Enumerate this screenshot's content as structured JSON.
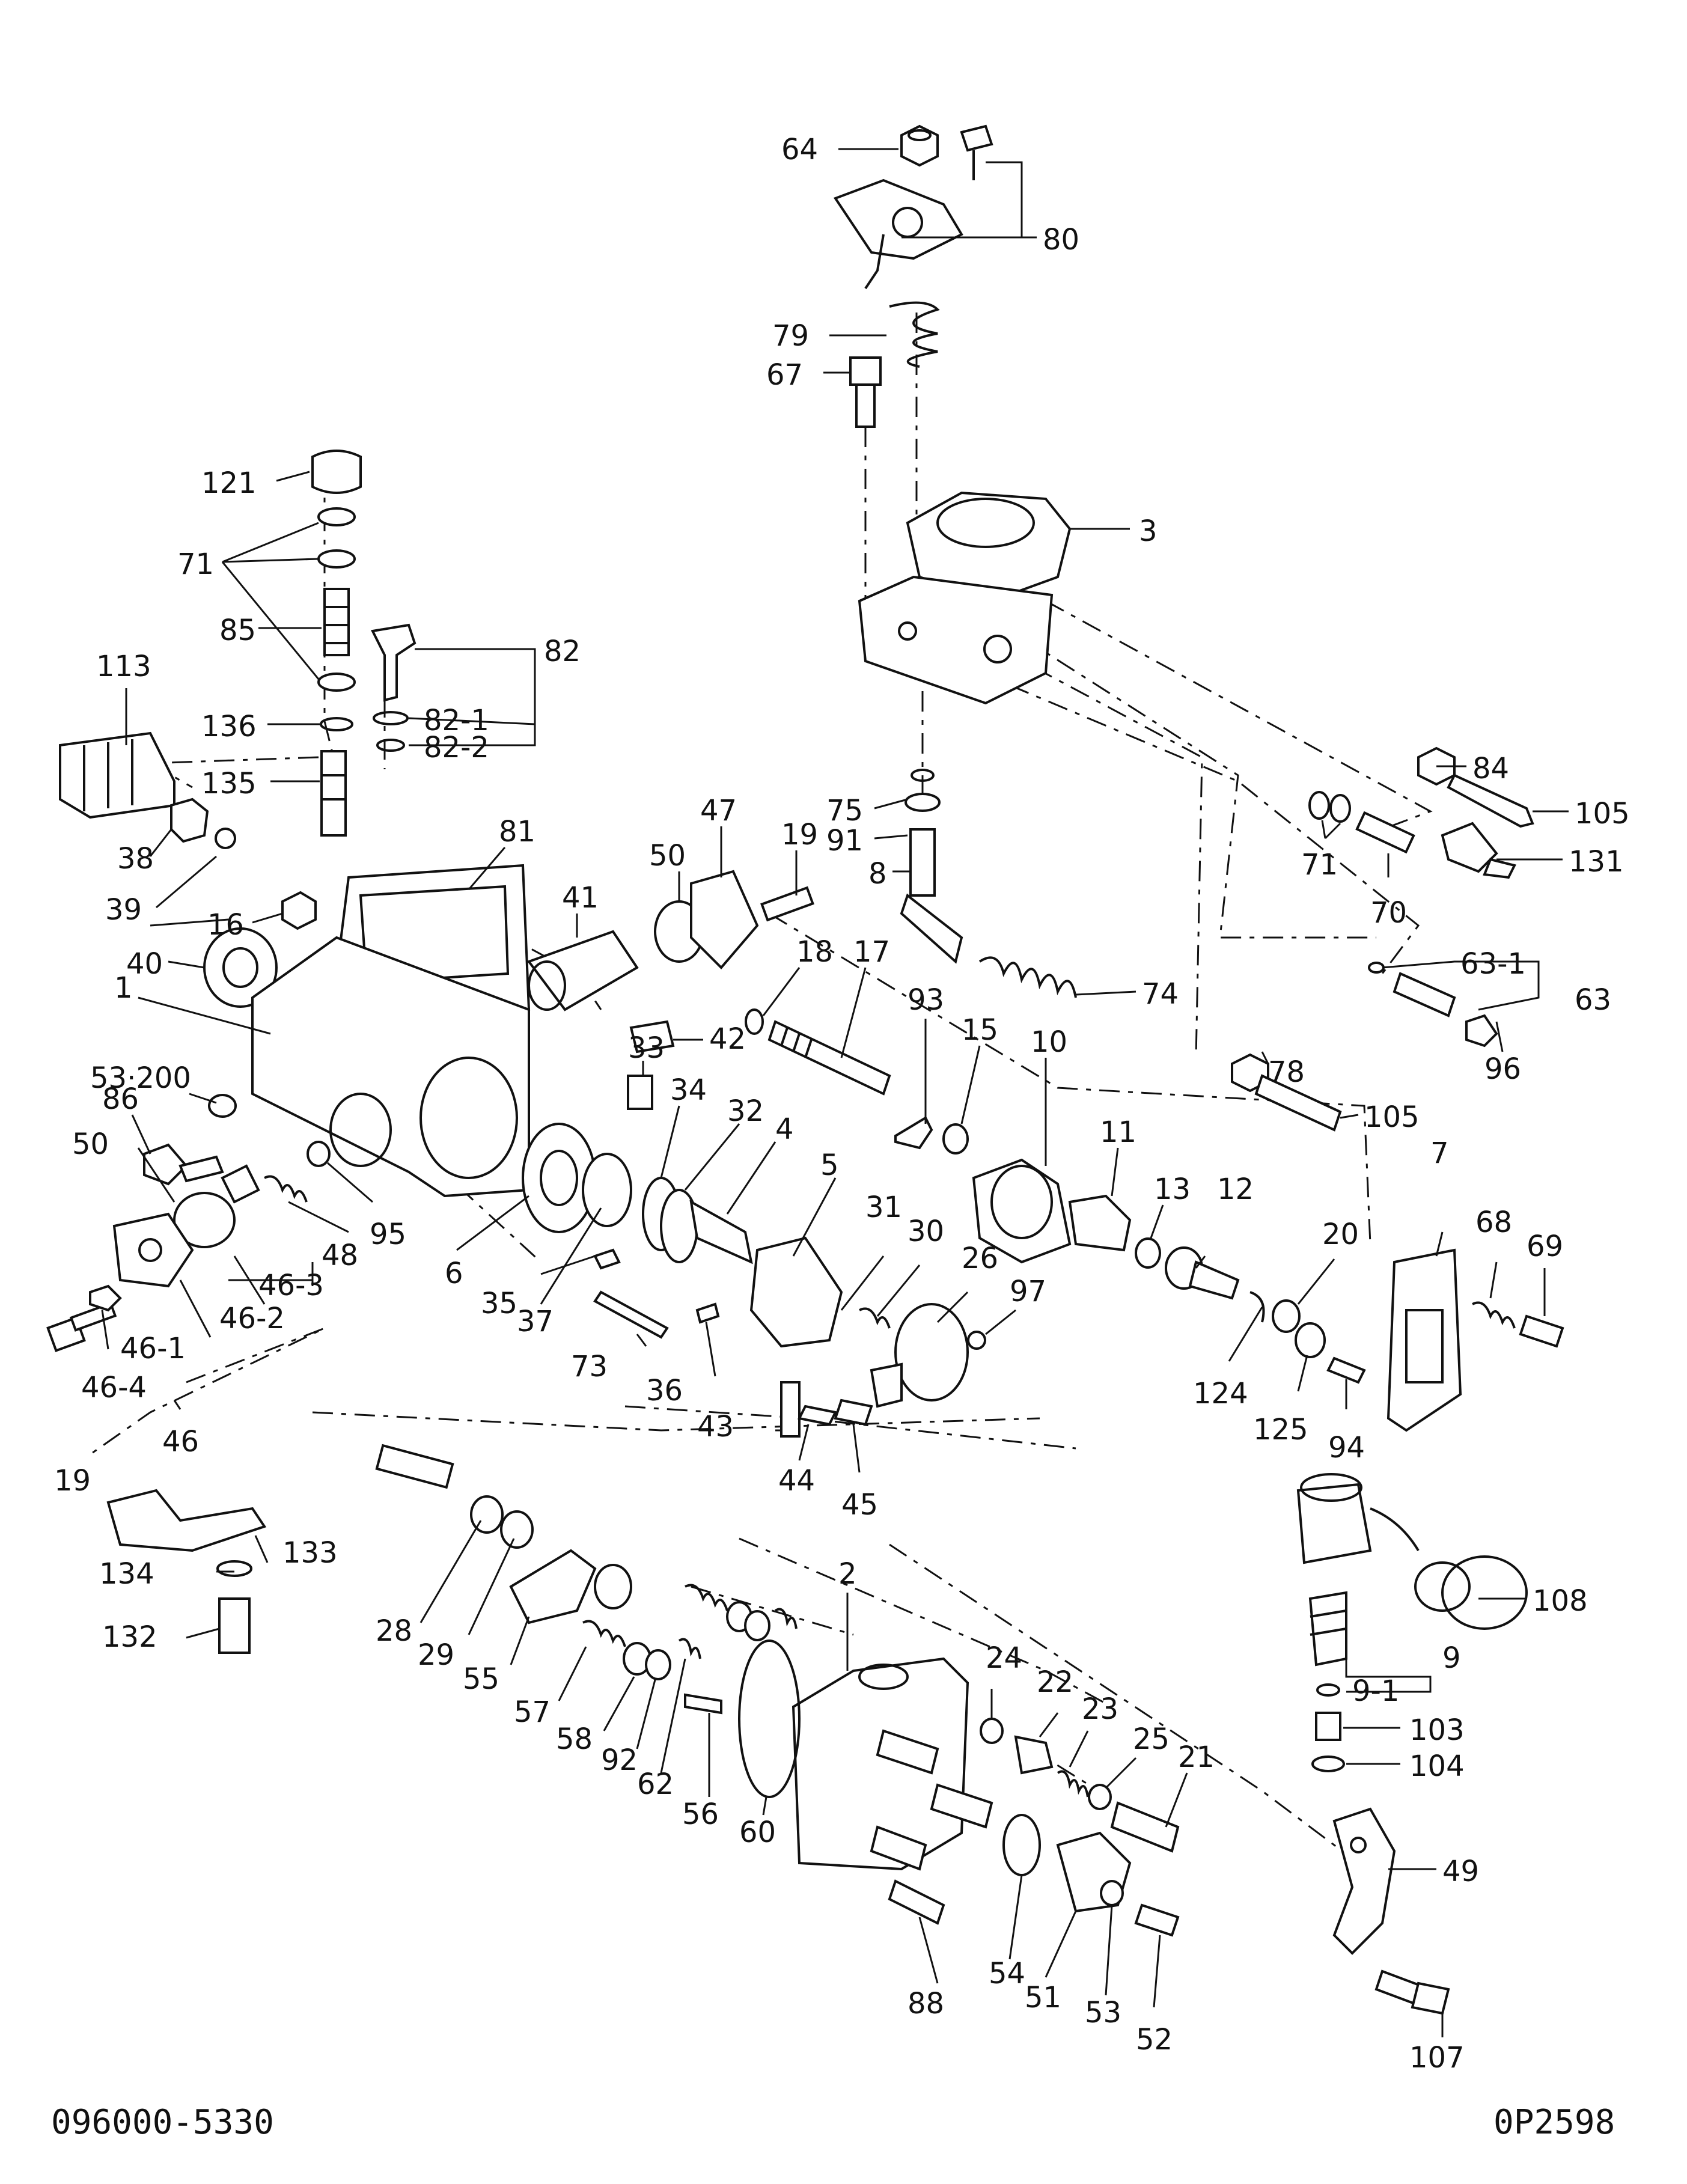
{
  "footer": {
    "left": "096000-5330",
    "right": "0P2598"
  },
  "labels": {
    "l64": "64",
    "l80": "80",
    "l79": "79",
    "l67": "67",
    "l3": "3",
    "l121": "121",
    "l71a": "71",
    "l85": "85",
    "l82": "82",
    "l82_1": "82-1",
    "l82_2": "82-2",
    "l113": "113",
    "l136": "136",
    "l135": "135",
    "l38": "38",
    "l39": "39",
    "l16": "16",
    "l40": "40",
    "l1": "1",
    "l81": "81",
    "l41": "41",
    "l50a": "50",
    "l47": "47",
    "l19a": "19",
    "l75": "75",
    "l91": "91",
    "l8": "8",
    "l84": "84",
    "l105a": "105",
    "l71b": "71",
    "l131": "131",
    "l70": "70",
    "l63_1": "63-1",
    "l63": "63",
    "l96": "96",
    "l74": "74",
    "l18": "18",
    "l17": "17",
    "l42": "42",
    "l93": "93",
    "l15": "15",
    "l10": "10",
    "l11": "11",
    "l53_200": "53·200",
    "l86": "86",
    "l33": "33",
    "l34": "34",
    "l32": "32",
    "l4": "4",
    "l5": "5",
    "l13": "13",
    "l12": "12",
    "l78": "78",
    "l105b": "105",
    "l7": "7",
    "l50b": "50",
    "l95": "95",
    "l48": "48",
    "l46_3": "46-3",
    "l46_2": "46-2",
    "l46_1": "46-1",
    "l6": "6",
    "l35": "35",
    "l37": "37",
    "l31": "31",
    "l30": "30",
    "l26": "26",
    "l97": "97",
    "l20": "20",
    "l68": "68",
    "l69": "69",
    "l73": "73",
    "l36": "36",
    "l124": "124",
    "l125": "125",
    "l94": "94",
    "l46_4": "46-4",
    "l46": "46",
    "l19b": "19",
    "l43": "43",
    "l44": "44",
    "l45": "45",
    "l133": "133",
    "l134": "134",
    "l132": "132",
    "l2": "2",
    "l108": "108",
    "l28": "28",
    "l29": "29",
    "l55": "55",
    "l57": "57",
    "l58": "58",
    "l92": "92",
    "l62": "62",
    "l56": "56",
    "l60": "60",
    "l24": "24",
    "l22": "22",
    "l23": "23",
    "l25": "25",
    "l21": "21",
    "l9": "9",
    "l9_1": "9-1",
    "l103": "103",
    "l104": "104",
    "l49": "49",
    "l88": "88",
    "l54": "54",
    "l51": "51",
    "l53": "53",
    "l52": "52",
    "l107": "107"
  }
}
